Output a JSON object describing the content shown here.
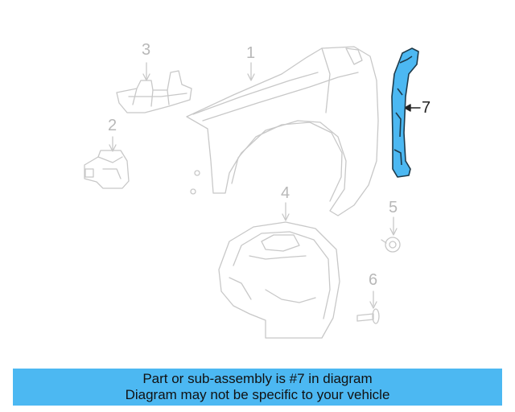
{
  "callouts": {
    "c1": "1",
    "c2": "2",
    "c3": "3",
    "c4": "4",
    "c5": "5",
    "c6": "6",
    "c7": "7"
  },
  "highlighted_part": "7",
  "colors": {
    "highlight": "#4cb8f2",
    "line_art": "#c8c8c8",
    "banner": "#4cb8f2"
  },
  "banner": {
    "line1": "Part or sub-assembly is #7 in diagram",
    "line2": "Diagram may not be specific to your vehicle"
  }
}
